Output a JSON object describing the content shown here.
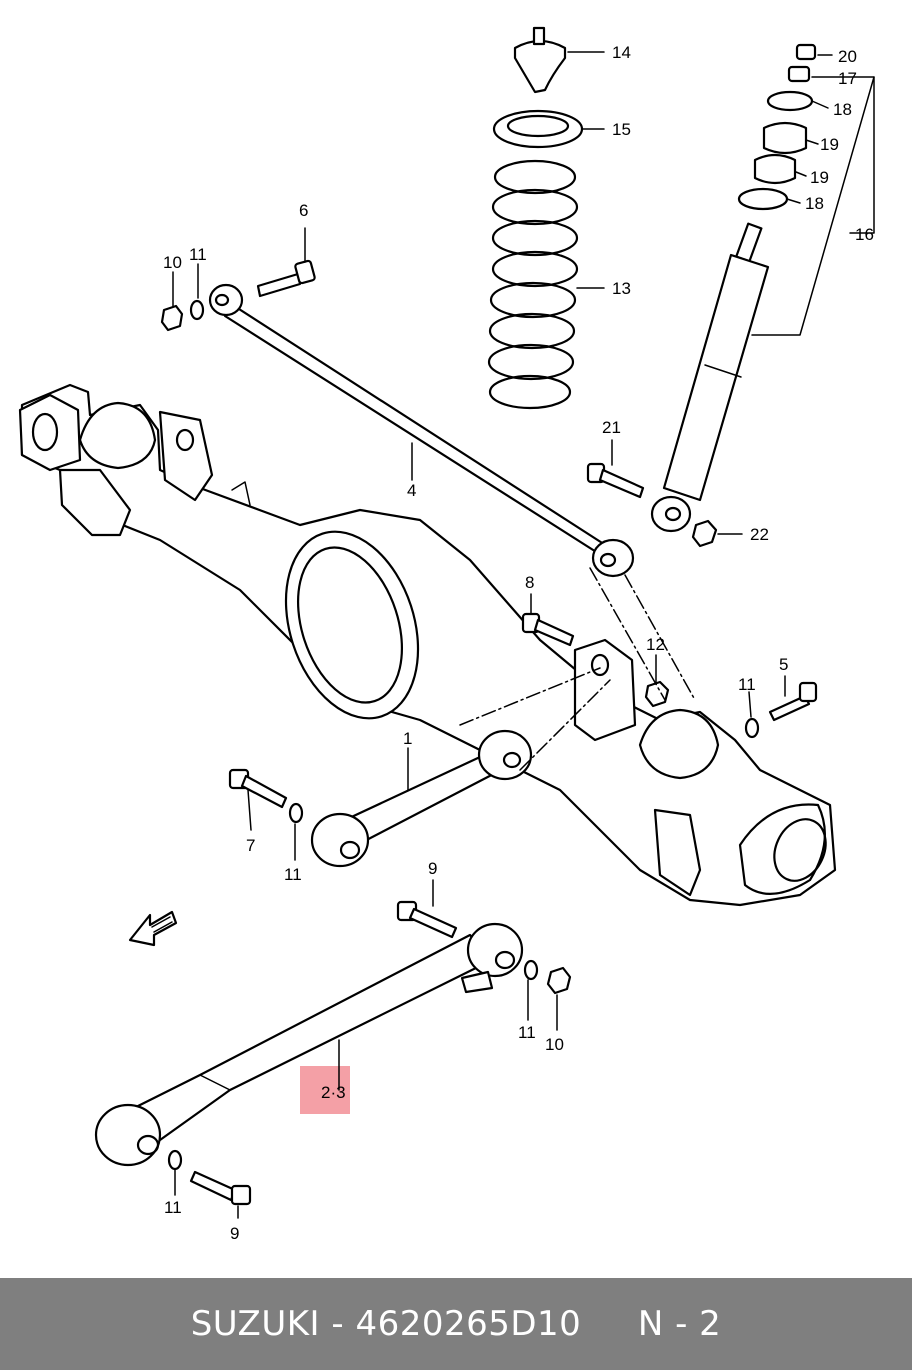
{
  "callouts": {
    "c1": "1",
    "c23": "2·3",
    "c4": "4",
    "c5": "5",
    "c6": "6",
    "c7": "7",
    "c8": "8",
    "c9a": "9",
    "c9b": "9",
    "c10a": "10",
    "c10b": "10",
    "c11a": "11",
    "c11b": "11",
    "c11c": "11",
    "c11d": "11",
    "c11e": "11",
    "c12": "12",
    "c13": "13",
    "c14": "14",
    "c15": "15",
    "c16": "16",
    "c17": "17",
    "c18a": "18",
    "c18b": "18",
    "c19a": "19",
    "c19b": "19",
    "c20": "20",
    "c21": "21",
    "c22": "22"
  },
  "colors": {
    "highlight": "#f4a0a6",
    "footer_bg": "#7f7f7f",
    "footer_text": "#ffffff"
  },
  "footer": {
    "brand": "SUZUKI",
    "part_number": "4620265D10",
    "suffix": "N - 2",
    "text": "SUZUKI - 4620265D10     N - 2"
  }
}
